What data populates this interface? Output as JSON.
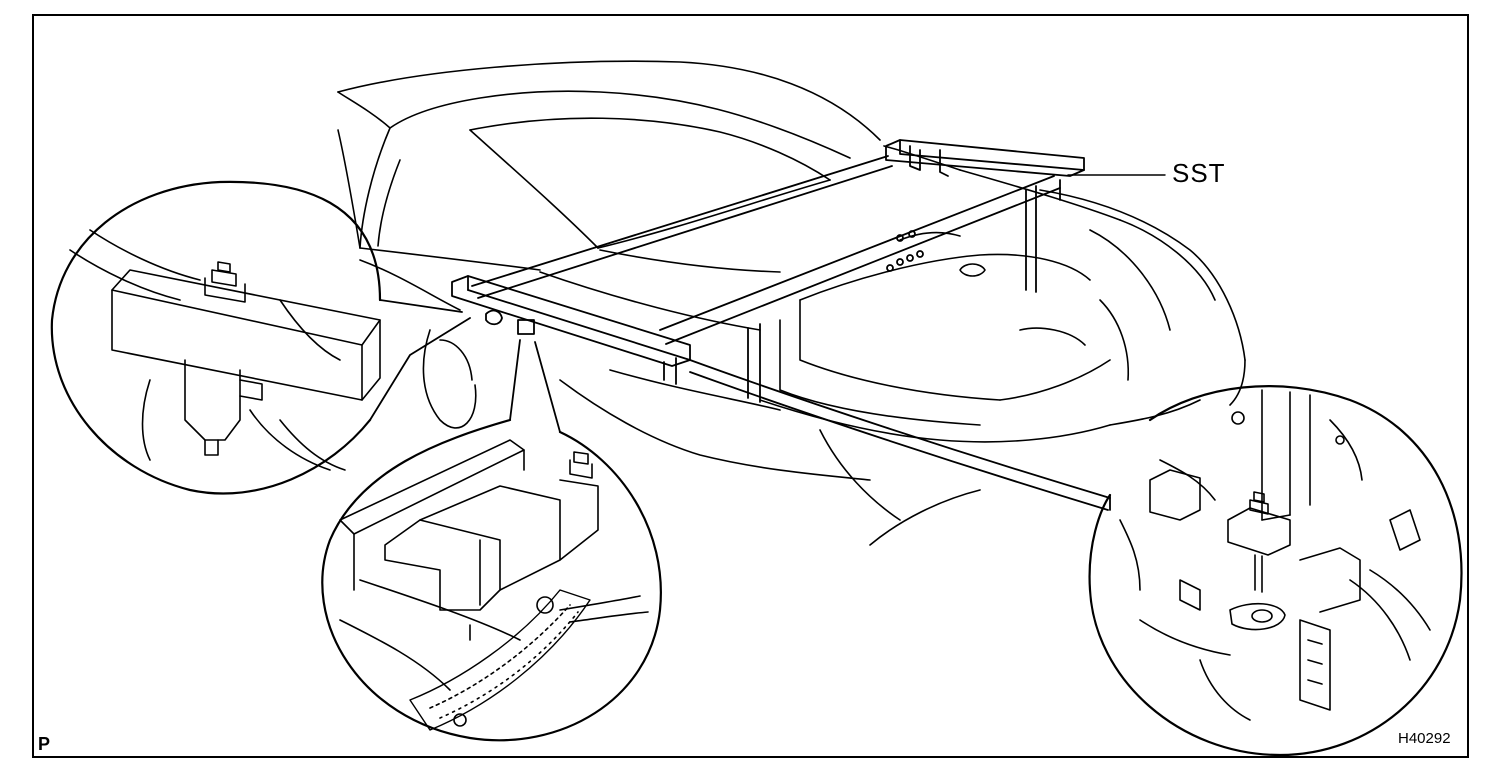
{
  "diagram": {
    "callout_label": "SST",
    "corner_mark": "P",
    "figure_code": "H40292",
    "line_color": "#000000",
    "background_color": "#ffffff"
  }
}
